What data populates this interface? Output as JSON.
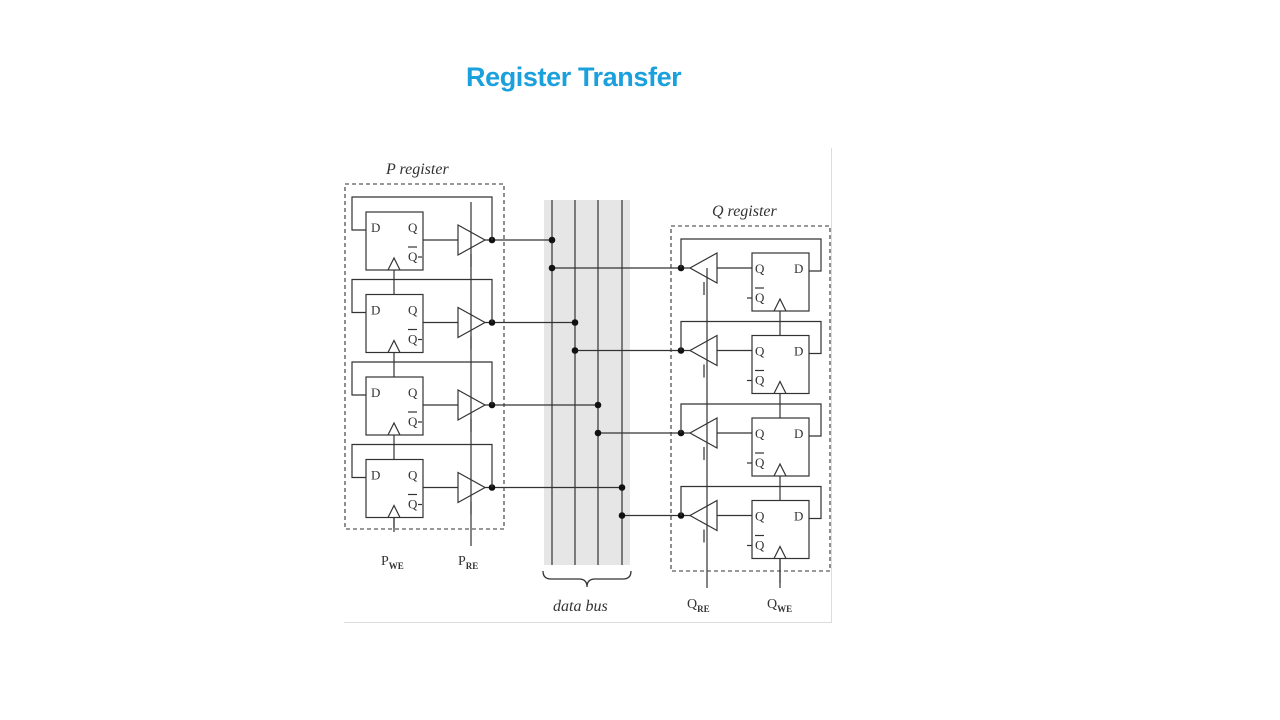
{
  "slide": {
    "title": "Register Transfer",
    "title_color": "#1AA0DC"
  },
  "diagram": {
    "p_register_label": "P register",
    "q_register_label": "Q register",
    "bus_label": "data bus",
    "flipflop_d": "D",
    "flipflop_q": "Q",
    "flipflop_qbar": "Q",
    "p_write_enable": {
      "main": "P",
      "sub": "WE"
    },
    "p_read_enable": {
      "main": "P",
      "sub": "RE"
    },
    "q_read_enable": {
      "main": "Q",
      "sub": "RE"
    },
    "q_write_enable": {
      "main": "Q",
      "sub": "WE"
    },
    "bus_lines": 4,
    "bits_per_register": 4,
    "bus_color": "#e6e6e6",
    "wire_color": "#333333"
  }
}
